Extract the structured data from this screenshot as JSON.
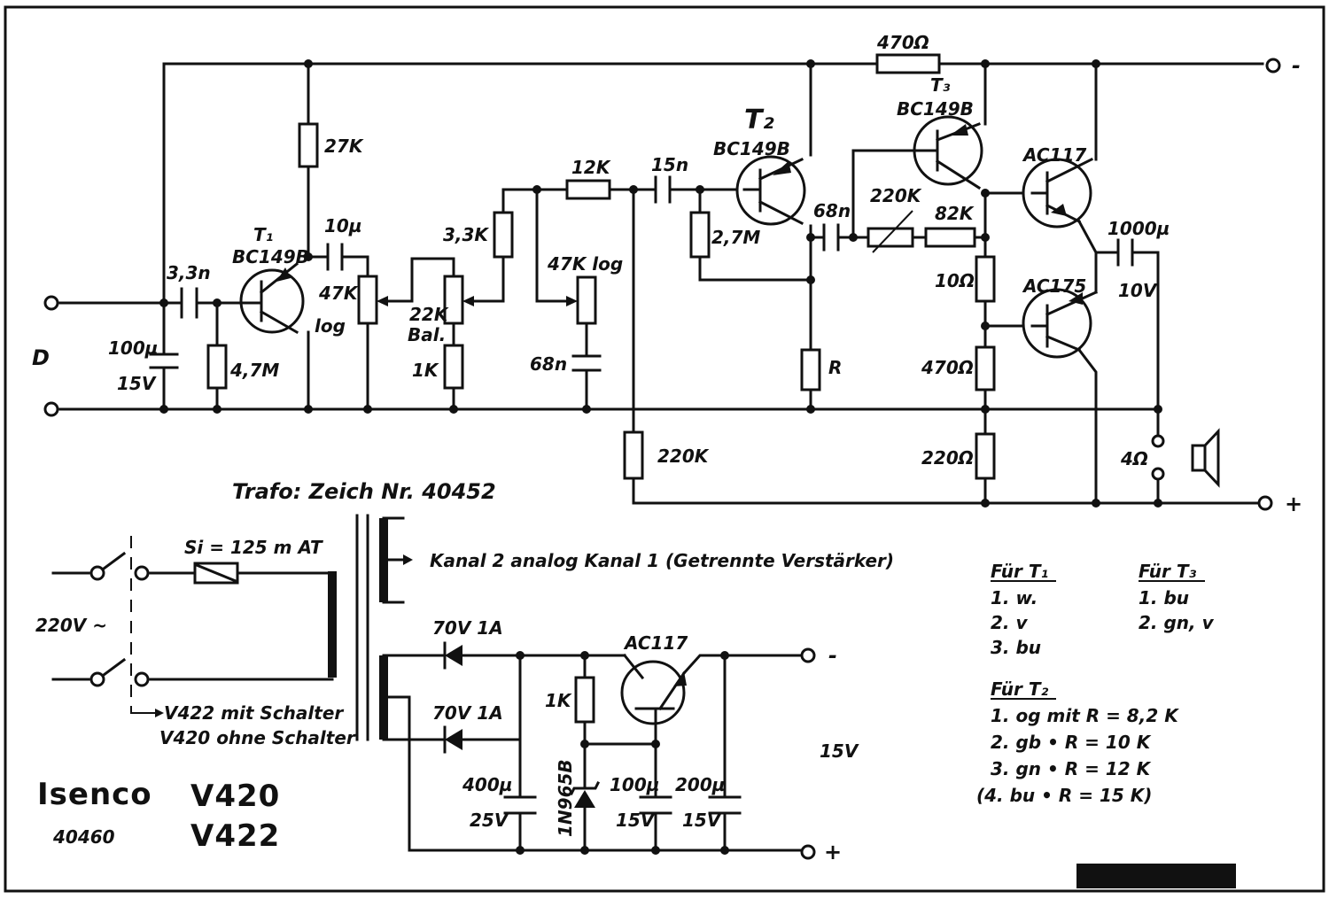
{
  "title": "Trafo:  Zeich Nr. 40452",
  "brand": {
    "name": "Isenco",
    "model_a": "V420",
    "model_b": "V422",
    "badge": "40460"
  },
  "amplifier": {
    "T1": "T₁",
    "T1_type": "BC149B",
    "T2": "T₂",
    "T2_type": "BC149B",
    "T3": "T₃",
    "T3_type": "BC149B",
    "out_hi": "AC117",
    "out_lo": "AC175",
    "r_27k": "27K",
    "r_47m": "4,7M",
    "r_33k": "3,3K",
    "r_22k": "22K",
    "r_22k_sub": "Bal.",
    "r_1k": "1K",
    "r_12k": "12K",
    "r_27m": "2,7M",
    "r_R": "R",
    "r_220k_bias": "220K",
    "r_220k_var": "220K",
    "r_82k": "82K",
    "r_10": "10Ω",
    "r_470": "470Ω",
    "r_220": "220Ω",
    "r_470_top": "470Ω",
    "pot_47k": "47K",
    "pot_47k_sub": "log",
    "pot_47k_tone": "47K log",
    "c_33n": "3,3n",
    "c_10u": "10µ",
    "c_15n": "15n",
    "c_68n_tone": "68n",
    "c_68n_b": "68n",
    "c_100u": "100µ",
    "c_100u_v": "15V",
    "c_1000u": "1000µ",
    "c_1000u_v": "10V",
    "speaker": "4Ω",
    "input_mark": "D",
    "rail_minus": "-",
    "rail_plus": "+"
  },
  "mains": {
    "fuse": "Si = 125 m AT",
    "voltage": "220V ~",
    "switch_note_1": "V422 mit Schalter",
    "switch_note_2": "V420 ohne Schalter"
  },
  "kanal_note": "Kanal 2 analog Kanal 1 (Getrennte Verstärker)",
  "psu": {
    "d1": "70V 1A",
    "d2": "70V 1A",
    "transistor": "AC117",
    "r_1k": "1K",
    "zener": "1N965B",
    "c1": "400µ",
    "c1_v": "25V",
    "c2": "100µ",
    "c2_v": "15V",
    "c3": "200µ",
    "c3_v": "15V",
    "out": "15V",
    "minus": "-",
    "plus": "+"
  },
  "legend": {
    "t1_title": "Für T₁",
    "t1_rows": [
      "1.   w.",
      "2.   v",
      "3.   bu"
    ],
    "t3_title": "Für T₃",
    "t3_rows": [
      "1.   bu",
      "2.   gn, v"
    ],
    "t2_title": "Für T₂",
    "t2_rows": [
      "1.    og  mit  R = 8,2 K",
      "2.    gb   •    R = 10 K",
      "3.    gn   •    R = 12 K",
      "(4.   bu   •    R = 15 K)"
    ]
  }
}
